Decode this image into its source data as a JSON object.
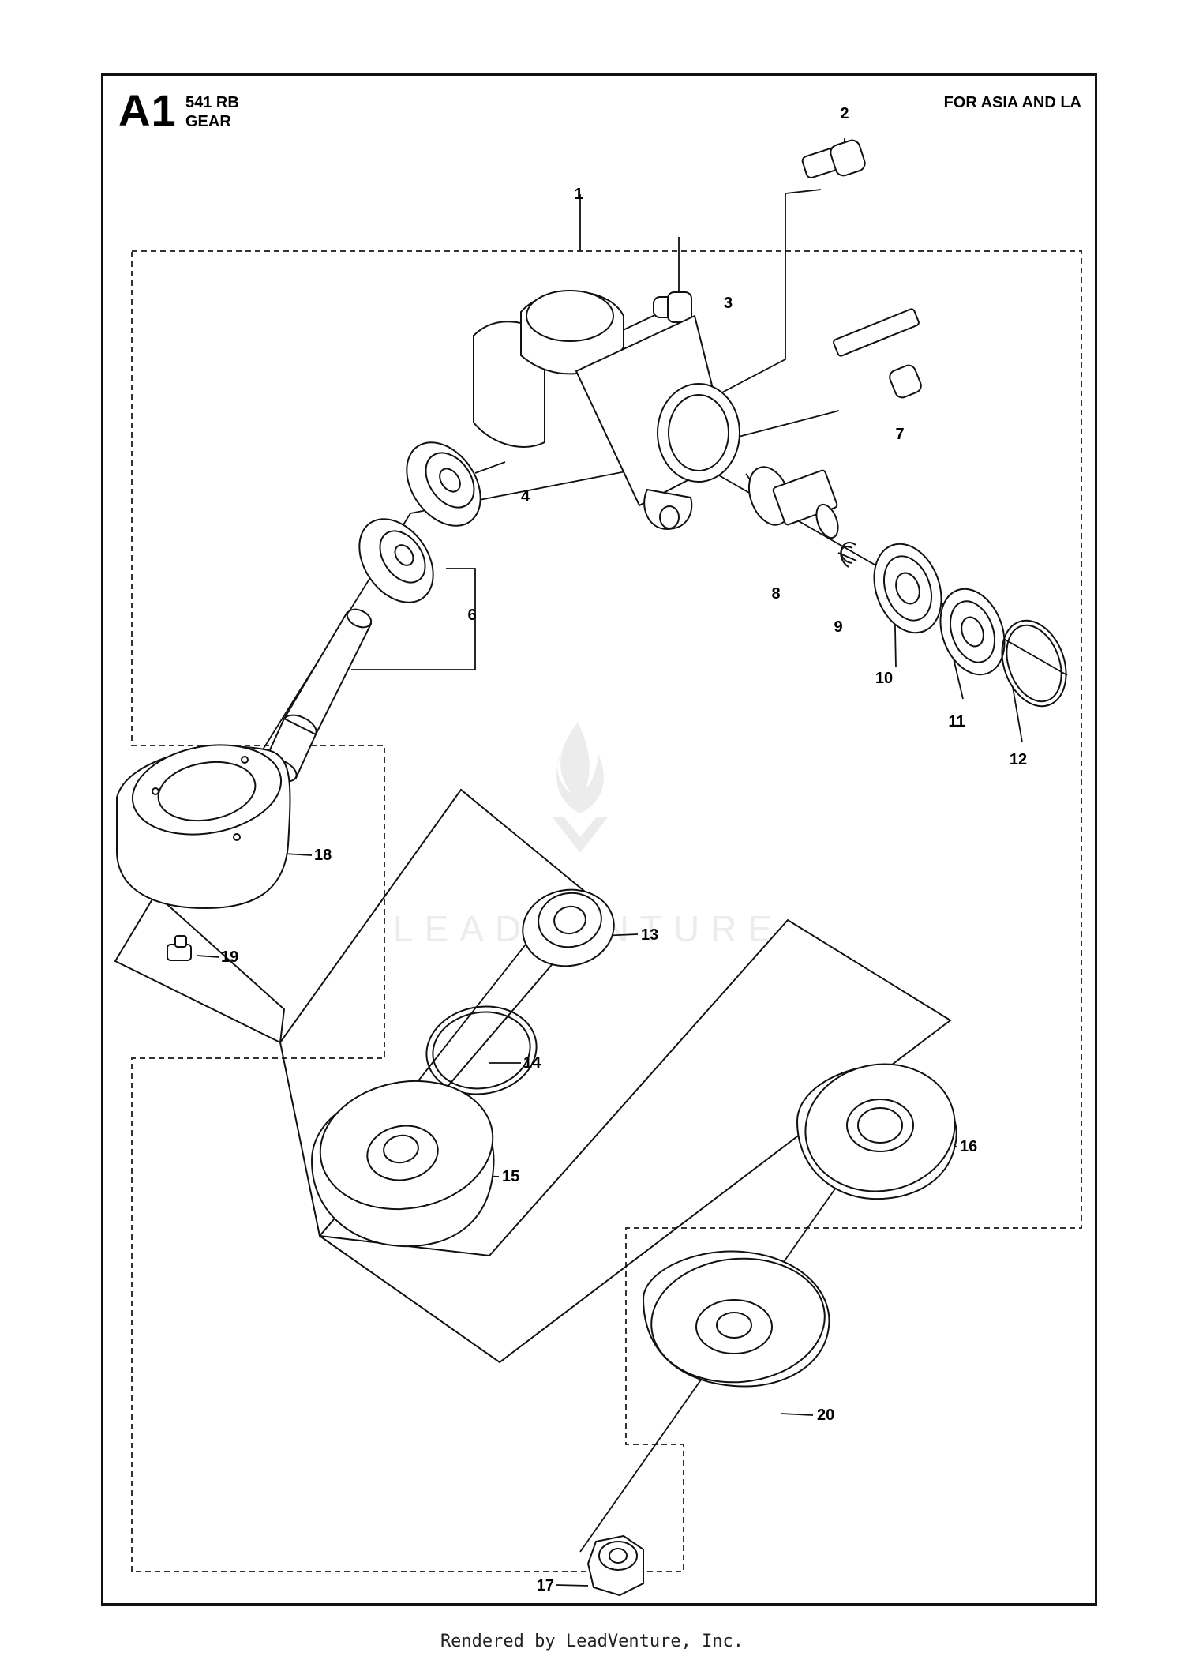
{
  "header": {
    "code": "A1",
    "model": "541 RB",
    "name": "GEAR",
    "region": "FOR ASIA AND LA"
  },
  "callouts": [
    "1",
    "2",
    "3",
    "4",
    "6",
    "7",
    "8",
    "9",
    "10",
    "11",
    "12",
    "13",
    "14",
    "15",
    "16",
    "17",
    "18",
    "19",
    "20"
  ],
  "watermark": {
    "text": "LEADVENTURE"
  },
  "footer": {
    "text": "Rendered by LeadVenture, Inc."
  }
}
